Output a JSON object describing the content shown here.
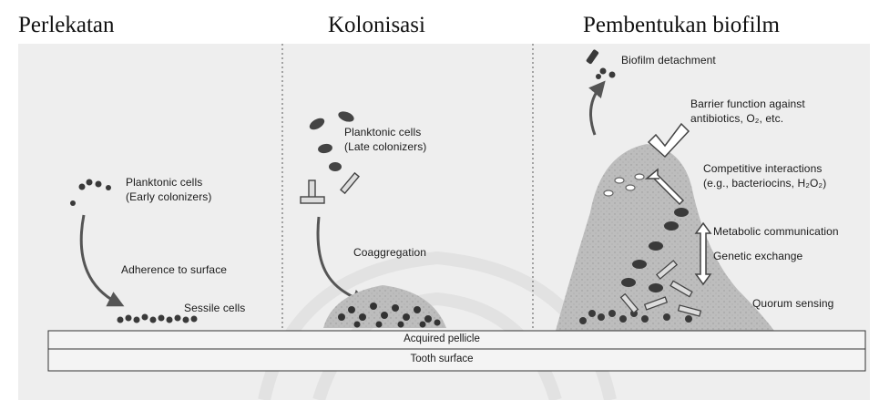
{
  "headings": {
    "stage1": "Perlekatan",
    "stage2": "Kolonisasi",
    "stage3": "Pembentukan biofilm"
  },
  "panel1": {
    "cells_line1": "Planktonic cells",
    "cells_line2": "(Early colonizers)",
    "adherence": "Adherence to surface",
    "sessile": "Sessile cells"
  },
  "panel2": {
    "cells_line1": "Planktonic cells",
    "cells_line2": "(Late colonizers)",
    "coaggregation": "Coaggregation"
  },
  "panel3": {
    "detachment": "Biofilm detachment",
    "barrier_line1": "Barrier function against",
    "barrier_line2": "antibiotics, O₂, etc.",
    "competitive_line1": "Competitive interactions",
    "competitive_line2": "(e.g., bacteriocins, H₂O₂)",
    "metabolic": "Metabolic communication",
    "genetic": "Genetic exchange",
    "quorum": "Quorum sensing"
  },
  "bands": {
    "pellicle": "Acquired pellicle",
    "tooth": "Tooth surface"
  },
  "colors": {
    "background": "#eeeeee",
    "cells": "#3a3a3a",
    "biofilm_matrix": "#bdbdbd",
    "band_fill": "#f4f4f4"
  }
}
